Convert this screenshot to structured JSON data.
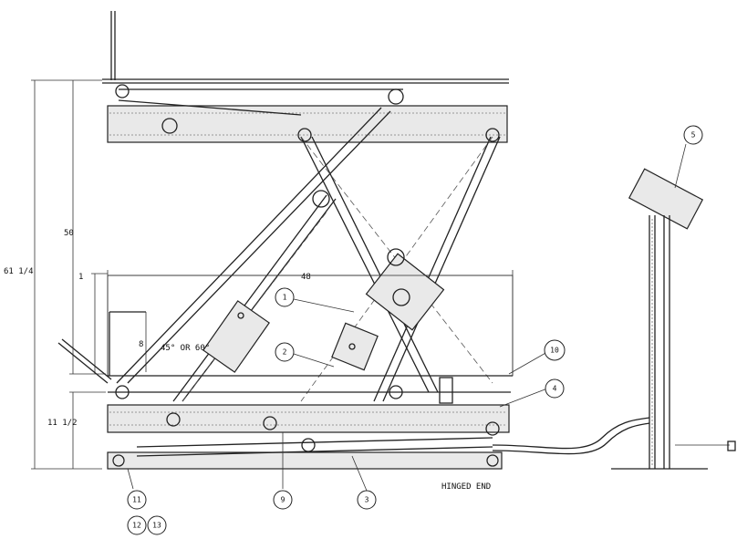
{
  "dimensions": {
    "overall_height": "61 1/4",
    "upper_height": "50",
    "lowered_height": "11 1/2",
    "platform_length": "48",
    "guard_height": "8"
  },
  "angle_label": "45° OR 60°",
  "end_label": "HINGED END",
  "callouts": {
    "c1": "1",
    "c2": "2",
    "c3": "3",
    "c4": "4",
    "c5": "5",
    "c9": "9",
    "c10": "10",
    "c11": "11",
    "c12": "12",
    "c13": "13"
  }
}
